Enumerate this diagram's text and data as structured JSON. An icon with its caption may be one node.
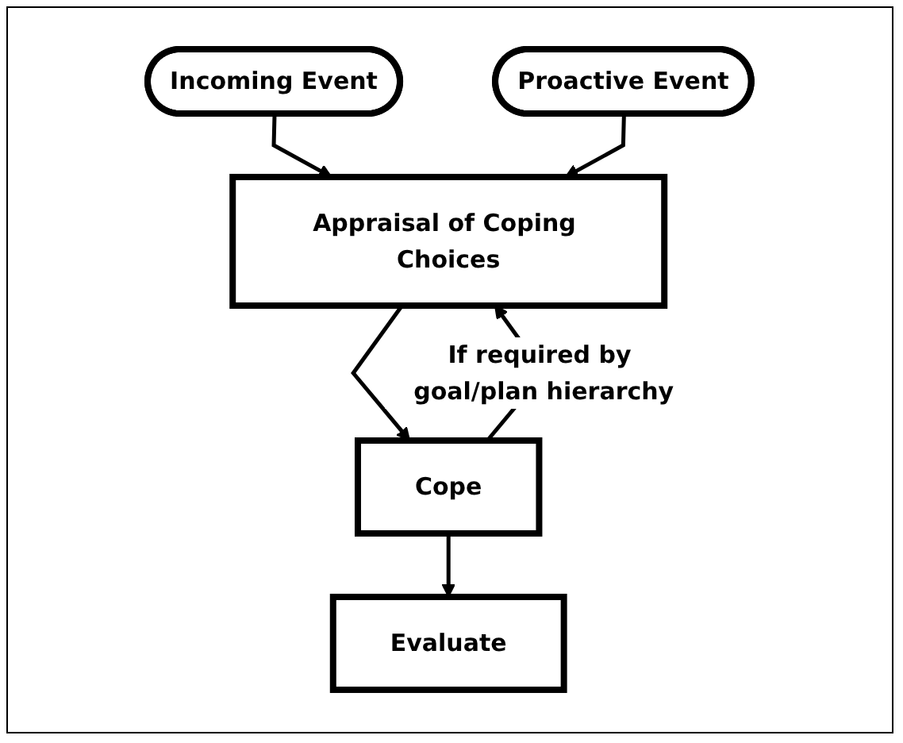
{
  "diagram": {
    "nodes": [
      {
        "text": [
          "Incoming Event"
        ]
      },
      {
        "text": [
          "Proactive Event"
        ]
      },
      {
        "text": [
          "Appraisal of Coping Choices"
        ]
      },
      {
        "text": [
          "Cope"
        ]
      },
      {
        "text": [
          "Evaluate"
        ]
      }
    ],
    "edges": [
      {
        "from": 0,
        "to": 2,
        "arrow": "to"
      },
      {
        "from": 1,
        "to": 2,
        "arrow": "to"
      },
      {
        "from": 2,
        "to": 3,
        "arrow": "to"
      },
      {
        "from": 3,
        "to": 2,
        "arrow": "to",
        "label": "If required by goal/plan hierarchy"
      },
      {
        "from": 3,
        "to": 4,
        "arrow": "to"
      }
    ]
  }
}
